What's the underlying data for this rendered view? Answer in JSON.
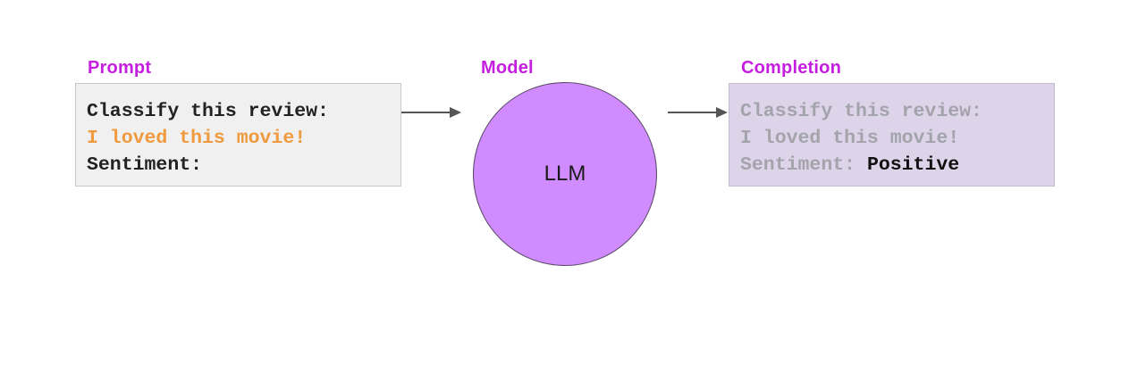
{
  "prompt": {
    "label": "Prompt",
    "line1": "Classify this review:",
    "line2": "I loved this movie!",
    "line3": "Sentiment:"
  },
  "model": {
    "label": "Model",
    "name": "LLM"
  },
  "completion": {
    "label": "Completion",
    "line1": "Classify this review:",
    "line2": "I loved this movie!",
    "line3_prefix": "Sentiment: ",
    "line3_answer": "Positive"
  },
  "colors": {
    "label_magenta": "#c61ee0",
    "highlight_orange": "#f09a3e",
    "model_purple": "#d08bff",
    "completion_bg": "#ddd4ea",
    "prompt_bg": "#f0f0f0"
  }
}
